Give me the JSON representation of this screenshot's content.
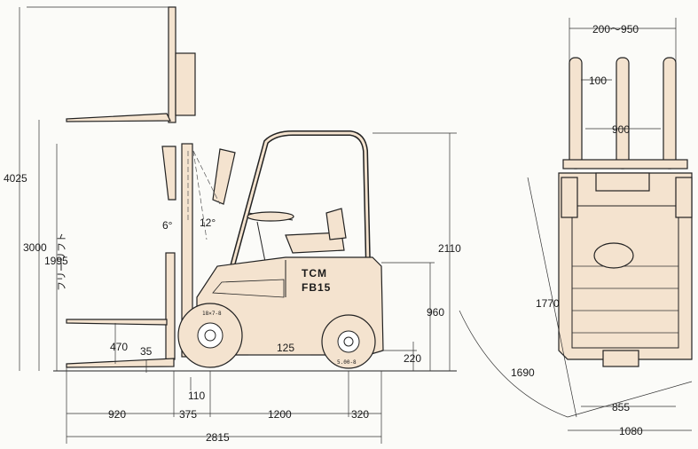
{
  "colors": {
    "body_fill": "#f4e3cf",
    "line": "#222222",
    "paper": "#fbfbf8"
  },
  "side_view": {
    "brand_line1": "TCM",
    "brand_line2": "FB15",
    "free_lift_label": "フリーリフト",
    "tilt_forward": "6°",
    "tilt_back": "12°",
    "tyre_front": "18×7-8",
    "tyre_rear": "5.00-8",
    "dims": {
      "max_lift_height": "4025",
      "lift_height": "3000",
      "lowered_mast_height": "1995",
      "overhead_guard_height": "2110",
      "seat_height": "960",
      "free_lift": "470",
      "fork_thickness": "35",
      "ground_clearance_mid": "125",
      "ground_clearance_rear": "220",
      "mast_clearance": "110",
      "fork_length": "920",
      "front_overhang": "375",
      "wheelbase": "1200",
      "rear_overhang": "320",
      "overall_length": "2815"
    }
  },
  "front_view": {
    "dims": {
      "fork_spread": "200～950",
      "fork_width": "100",
      "mast_width": "900",
      "tread": "1770",
      "turning_radius": "1690",
      "track": "855",
      "overall_width": "1080"
    }
  }
}
